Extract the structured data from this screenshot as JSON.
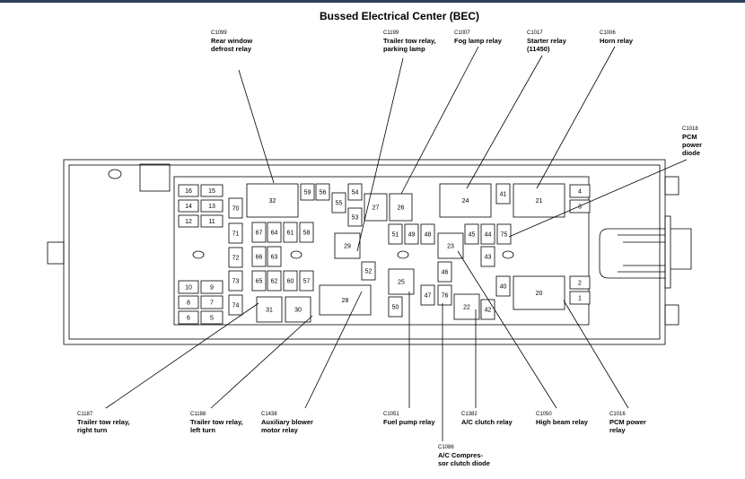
{
  "title": "Bussed Electrical Center (BEC)",
  "callouts": {
    "c1099": {
      "code": "C1099",
      "name": "Rear window\ndefrost relay"
    },
    "c1199": {
      "code": "C1199",
      "name": "Trailer tow relay,\nparking lamp"
    },
    "c1007": {
      "code": "C1007",
      "name": "Fog lamp relay"
    },
    "c1017": {
      "code": "C1017",
      "name": "Starter relay\n(11450)"
    },
    "c1006": {
      "code": "C1006",
      "name": "Horn relay"
    },
    "c1018": {
      "code": "C1018",
      "name": "PCM\npower\ndiode"
    },
    "c1187": {
      "code": "C1187",
      "name": "Trailer tow relay,\nright turn"
    },
    "c1188": {
      "code": "C1188",
      "name": "Trailer tow relay,\nleft turn"
    },
    "c1438": {
      "code": "C1438",
      "name": "Auxiliary blower\nmotor relay"
    },
    "c1051": {
      "code": "C1051",
      "name": "Fuel pump relay"
    },
    "c1086": {
      "code": "C1086",
      "name": "A/C Compres-\nsor clutch diode"
    },
    "c1382": {
      "code": "C1382",
      "name": "A/C clutch relay"
    },
    "c1050": {
      "code": "C1050",
      "name": "High beam relay"
    },
    "c1016": {
      "code": "C1016",
      "name": "PCM power\nrelay"
    }
  },
  "slots": [
    {
      "id": "16",
      "label": "16"
    },
    {
      "id": "15",
      "label": "15"
    },
    {
      "id": "14",
      "label": "14"
    },
    {
      "id": "13",
      "label": "13"
    },
    {
      "id": "12",
      "label": "12"
    },
    {
      "id": "11",
      "label": "11"
    },
    {
      "id": "70",
      "label": "70"
    },
    {
      "id": "71",
      "label": "71"
    },
    {
      "id": "72",
      "label": "72"
    },
    {
      "id": "73",
      "label": "73"
    },
    {
      "id": "74",
      "label": "74"
    },
    {
      "id": "10",
      "label": "10"
    },
    {
      "id": "9",
      "label": "9"
    },
    {
      "id": "8",
      "label": "8"
    },
    {
      "id": "7",
      "label": "7"
    },
    {
      "id": "6",
      "label": "6"
    },
    {
      "id": "5",
      "label": "5"
    },
    {
      "id": "32",
      "label": "32"
    },
    {
      "id": "59",
      "label": "59"
    },
    {
      "id": "56",
      "label": "56"
    },
    {
      "id": "55",
      "label": "55"
    },
    {
      "id": "54",
      "label": "54"
    },
    {
      "id": "53",
      "label": "53"
    },
    {
      "id": "27",
      "label": "27"
    },
    {
      "id": "26",
      "label": "26"
    },
    {
      "id": "67",
      "label": "67"
    },
    {
      "id": "64",
      "label": "64"
    },
    {
      "id": "61",
      "label": "61"
    },
    {
      "id": "58",
      "label": "58"
    },
    {
      "id": "66",
      "label": "66"
    },
    {
      "id": "63",
      "label": "63"
    },
    {
      "id": "65",
      "label": "65"
    },
    {
      "id": "62",
      "label": "62"
    },
    {
      "id": "60",
      "label": "60"
    },
    {
      "id": "57",
      "label": "57"
    },
    {
      "id": "29",
      "label": "29"
    },
    {
      "id": "52",
      "label": "52"
    },
    {
      "id": "31",
      "label": "31"
    },
    {
      "id": "30",
      "label": "30"
    },
    {
      "id": "28",
      "label": "28"
    },
    {
      "id": "51",
      "label": "51"
    },
    {
      "id": "49",
      "label": "49"
    },
    {
      "id": "48",
      "label": "48"
    },
    {
      "id": "25",
      "label": "25"
    },
    {
      "id": "50",
      "label": "50"
    },
    {
      "id": "47",
      "label": "47"
    },
    {
      "id": "24",
      "label": "24"
    },
    {
      "id": "41",
      "label": "41"
    },
    {
      "id": "21",
      "label": "21"
    },
    {
      "id": "4",
      "label": "4"
    },
    {
      "id": "3",
      "label": "3"
    },
    {
      "id": "23",
      "label": "23"
    },
    {
      "id": "45",
      "label": "45"
    },
    {
      "id": "44",
      "label": "44"
    },
    {
      "id": "75",
      "label": "75"
    },
    {
      "id": "43",
      "label": "43"
    },
    {
      "id": "46",
      "label": "46"
    },
    {
      "id": "76",
      "label": "76"
    },
    {
      "id": "22",
      "label": "22"
    },
    {
      "id": "42",
      "label": "42"
    },
    {
      "id": "40",
      "label": "40"
    },
    {
      "id": "20",
      "label": "20"
    },
    {
      "id": "2",
      "label": "2"
    },
    {
      "id": "1",
      "label": "1"
    }
  ]
}
